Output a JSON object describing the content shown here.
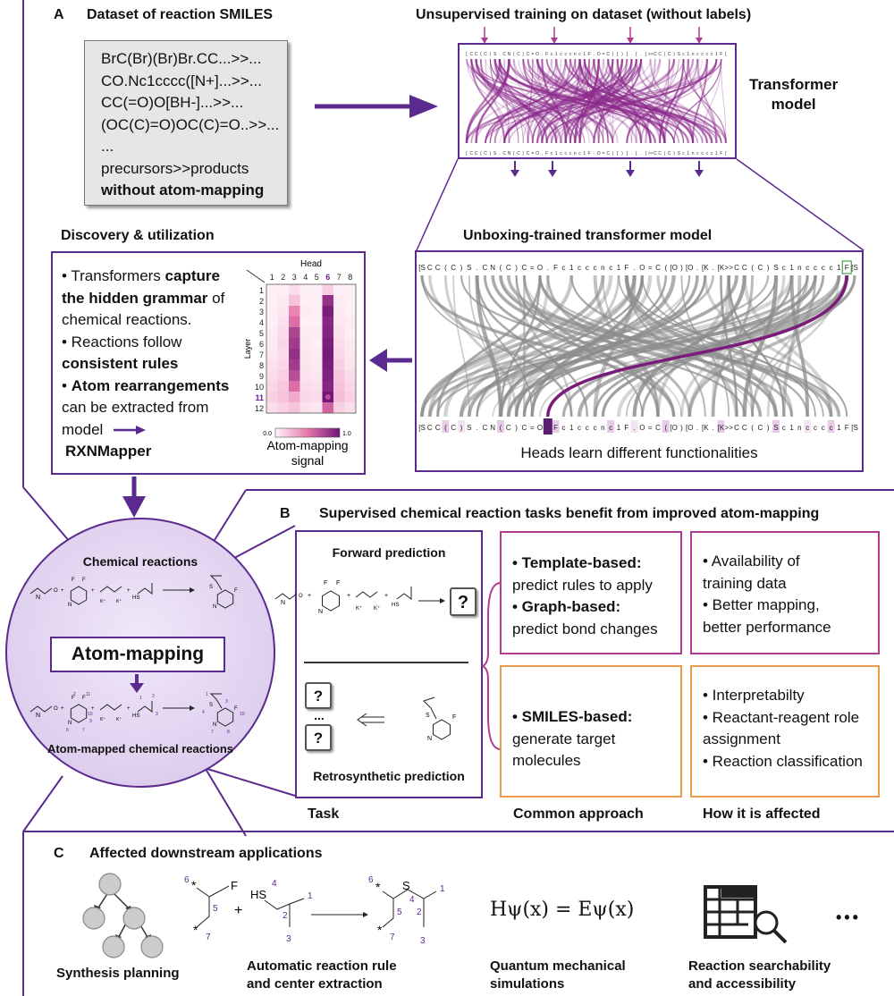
{
  "panelA": {
    "letter": "A",
    "dataset_title": "Dataset of reaction SMILES",
    "smiles_lines": [
      "BrC(Br)(Br)Br.CC...>>...",
      "CO.Nc1cccc([N+]...>>...",
      "CC(=O)O[BH-]...>>...",
      "(OC(C)=O)OC(C)=O..>>...",
      "...",
      "precursors>>products"
    ],
    "smiles_bold": "without atom-mapping",
    "training_title": "Unsupervised training  on dataset  (without labels)",
    "transformer_label_1": "Transformer",
    "transformer_label_2": "model",
    "unboxing_title": "Unboxing-trained  transformer model",
    "discovery_title": "Discovery & utilization",
    "heads_caption": "Heads learn different functionalities",
    "tokens": [
      "[S]",
      "C",
      "C",
      "(",
      "C",
      ")",
      "S",
      ".",
      "C",
      "N",
      "(",
      "C",
      ")",
      "C",
      "=",
      "O",
      ".",
      "F",
      "c",
      "1",
      "c",
      "c",
      "c",
      "n",
      "c",
      "1",
      "F",
      ".",
      "O",
      "=",
      "C",
      "(",
      "[O-]",
      ")",
      "[O-]",
      ".",
      "[K+]",
      ".",
      "[K+]",
      ">>",
      "C",
      "C",
      "(",
      "C",
      ")",
      "S",
      "c",
      "1",
      "n",
      "c",
      "c",
      "c",
      "c",
      "1",
      "F",
      "[S]"
    ],
    "bullets": [
      {
        "pre": "• Transformers ",
        "bold": "capture the hidden grammar",
        "post": " of chemical reactions."
      },
      {
        "pre": "• Reactions follow ",
        "bold": "consistent rules",
        "post": ""
      },
      {
        "pre": "• ",
        "bold": "Atom rearrangements",
        "post": " can be extracted from model"
      }
    ],
    "rxnmapper": "RXNMapper",
    "heatmap": {
      "head_label": "Head",
      "layer_label": "Layer",
      "heads": [
        "1",
        "2",
        "3",
        "4",
        "5",
        "6",
        "7",
        "8"
      ],
      "layers": [
        "1",
        "2",
        "3",
        "4",
        "5",
        "6",
        "7",
        "8",
        "9",
        "10",
        "11",
        "12"
      ],
      "highlight_head": "6",
      "highlight_layer": "11",
      "scale_min": "0.0",
      "scale_max": "1.0",
      "signal_label_1": "Atom-mapping",
      "signal_label_2": "signal",
      "values": [
        [
          0.02,
          0.03,
          0.1,
          0.02,
          0.02,
          0.15,
          0.03,
          0.02
        ],
        [
          0.02,
          0.05,
          0.2,
          0.03,
          0.02,
          0.85,
          0.04,
          0.02
        ],
        [
          0.03,
          0.06,
          0.45,
          0.04,
          0.03,
          0.95,
          0.05,
          0.03
        ],
        [
          0.03,
          0.08,
          0.55,
          0.03,
          0.03,
          0.9,
          0.06,
          0.04
        ],
        [
          0.04,
          0.1,
          0.75,
          0.04,
          0.04,
          0.92,
          0.08,
          0.03
        ],
        [
          0.05,
          0.12,
          0.8,
          0.05,
          0.03,
          0.95,
          0.1,
          0.05
        ],
        [
          0.06,
          0.1,
          0.85,
          0.06,
          0.04,
          0.97,
          0.12,
          0.06
        ],
        [
          0.08,
          0.12,
          0.8,
          0.07,
          0.05,
          0.95,
          0.15,
          0.07
        ],
        [
          0.1,
          0.15,
          0.7,
          0.08,
          0.06,
          0.93,
          0.18,
          0.1
        ],
        [
          0.12,
          0.18,
          0.55,
          0.1,
          0.08,
          0.9,
          0.2,
          0.12
        ],
        [
          0.15,
          0.2,
          0.3,
          0.12,
          0.1,
          0.98,
          0.22,
          0.15
        ],
        [
          0.1,
          0.15,
          0.2,
          0.08,
          0.06,
          0.6,
          0.15,
          0.1
        ]
      ]
    }
  },
  "circle": {
    "chem_reactions": "Chemical reactions",
    "atom_mapping": "Atom-mapping",
    "mapped": "Atom-mapped chemical reactions"
  },
  "panelB": {
    "letter": "B",
    "title": "Supervised chemical reaction tasks benefit from improved atom-mapping",
    "forward": "Forward prediction",
    "retro": "Retrosynthetic prediction",
    "question": "?",
    "ellipsis": "...",
    "approach_top": [
      {
        "bold": "• Template-based:",
        "rest": "predict rules to apply"
      },
      {
        "bold": "• Graph-based:",
        "rest": "predict bond changes"
      }
    ],
    "approach_bottom": {
      "bold": "• SMILES-based:",
      "rest": "generate target molecules"
    },
    "affect_top": [
      "• Availability of training data",
      "• Better mapping, better performance"
    ],
    "affect_bottom": [
      "• Interpretabilty",
      "• Reactant-reagent role assignment",
      "• Reaction classification"
    ],
    "col_task": "Task",
    "col_approach": "Common approach",
    "col_affected": "How it is affected"
  },
  "panelC": {
    "letter": "C",
    "title": "Affected downstream applications",
    "synthesis": "Synthesis planning",
    "rule_1": "Automatic reaction rule",
    "rule_2": "and center extraction",
    "equation": "Hψ(x) = Eψ(x)",
    "quantum_1": "Quantum mechanical",
    "quantum_2": "simulations",
    "search_1": "Reaction searchability",
    "search_2": "and accessibility",
    "more": "•••"
  },
  "colors": {
    "purple": "#5b2a8e",
    "magenta": "#b03a8b",
    "orange": "#e89b4a",
    "gray_box": "#e6e6e6",
    "circle_fill": "#e3d6f1",
    "attention": "#8b2a8b"
  }
}
